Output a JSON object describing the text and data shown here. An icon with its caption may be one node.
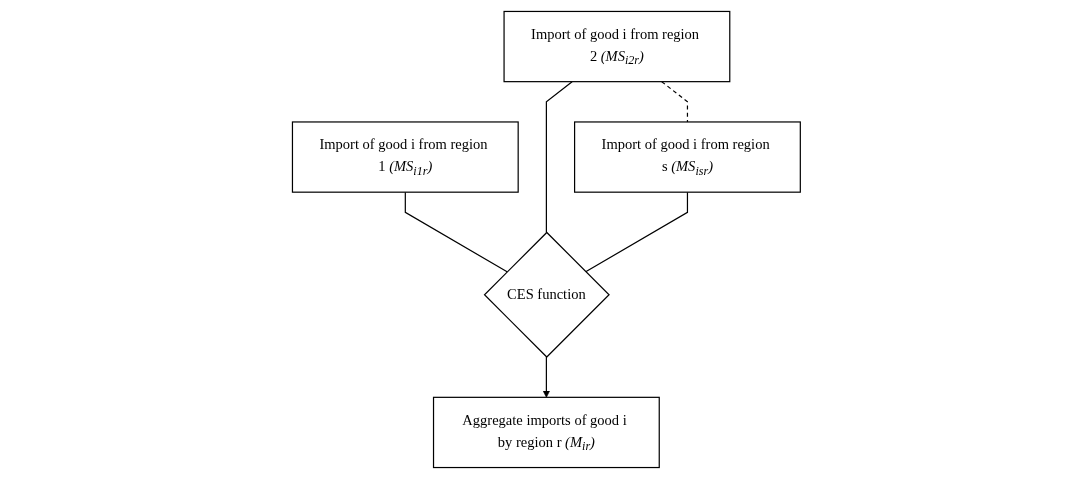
{
  "diagram": {
    "nodes": [
      {
        "text": [
          "Import of good i from region 1 *(MS$_{i1r}$)*"
        ]
      },
      {
        "text": [
          "Import of good i from region 2 *(MS$_{i2r}$)*"
        ]
      },
      {
        "text": [
          "Import of good i from region s *(MS$_{isr}$)*"
        ]
      },
      {
        "text": [
          "CES function"
        ]
      },
      {
        "text": [
          "Aggregate imports of good i by region r *(M$_{ir}$)*"
        ]
      }
    ],
    "edges": [
      {
        "from": 0,
        "to": 3,
        "arrow": "none"
      },
      {
        "from": 1,
        "to": 3,
        "arrow": "none"
      },
      {
        "from": 2,
        "to": 3,
        "arrow": "none"
      },
      {
        "from": 1,
        "to": 2,
        "arrow": "none",
        "style": "dashed"
      },
      {
        "from": 3,
        "to": 4,
        "arrow": "to"
      }
    ]
  }
}
